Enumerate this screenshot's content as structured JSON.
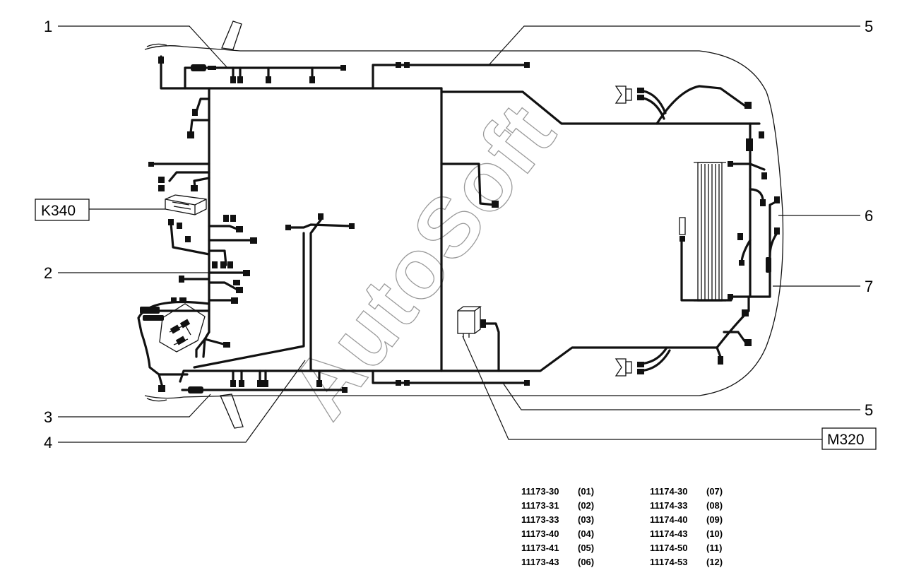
{
  "callouts": {
    "c1": "1",
    "c2": "2",
    "c3": "3",
    "c4": "4",
    "c5_top": "5",
    "c5_bottom": "5",
    "c6": "6",
    "c7": "7"
  },
  "components": {
    "k340": "K340",
    "m320": "M320"
  },
  "watermark": "AutoSoft",
  "codes": {
    "left": [
      {
        "part": "11173-30",
        "variant": "(01)"
      },
      {
        "part": "11173-31",
        "variant": "(02)"
      },
      {
        "part": "11173-33",
        "variant": "(03)"
      },
      {
        "part": "11173-40",
        "variant": "(04)"
      },
      {
        "part": "11173-41",
        "variant": "(05)"
      },
      {
        "part": "11173-43",
        "variant": "(06)"
      }
    ],
    "right": [
      {
        "part": "11174-30",
        "variant": "(07)"
      },
      {
        "part": "11174-33",
        "variant": "(08)"
      },
      {
        "part": "11174-40",
        "variant": "(09)"
      },
      {
        "part": "11174-43",
        "variant": "(10)"
      },
      {
        "part": "11174-50",
        "variant": "(11)"
      },
      {
        "part": "11174-53",
        "variant": "(12)"
      }
    ]
  }
}
